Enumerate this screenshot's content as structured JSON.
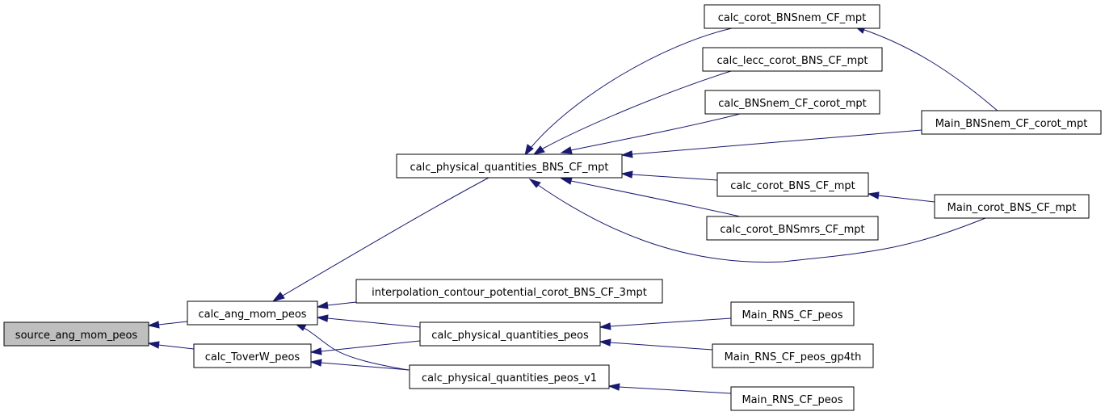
{
  "nodes": {
    "source_ang_mom_peos": "source_ang_mom_peos",
    "calc_ang_mom_peos": "calc_ang_mom_peos",
    "calc_ToverW_peos": "calc_ToverW_peos",
    "calc_physical_quantities_BNS_CF_mpt": "calc_physical_quantities_BNS_CF_mpt",
    "interpolation_contour_potential_corot_BNS_CF_3mpt": "interpolation_contour_potential_corot_BNS_CF_3mpt",
    "calc_physical_quantities_peos": "calc_physical_quantities_peos",
    "calc_physical_quantities_peos_v1": "calc_physical_quantities_peos_v1",
    "calc_corot_BNSnem_CF_mpt": "calc_corot_BNSnem_CF_mpt",
    "calc_lecc_corot_BNS_CF_mpt": "calc_lecc_corot_BNS_CF_mpt",
    "calc_BNSnem_CF_corot_mpt": "calc_BNSnem_CF_corot_mpt",
    "calc_corot_BNS_CF_mpt": "calc_corot_BNS_CF_mpt",
    "calc_corot_BNSmrs_CF_mpt": "calc_corot_BNSmrs_CF_mpt",
    "Main_BNSnem_CF_corot_mpt": "Main_BNSnem_CF_corot_mpt",
    "Main_corot_BNS_CF_mpt": "Main_corot_BNS_CF_mpt",
    "Main_RNS_CF_peos_1": "Main_RNS_CF_peos",
    "Main_RNS_CF_peos_gp4th": "Main_RNS_CF_peos_gp4th",
    "Main_RNS_CF_peos_2": "Main_RNS_CF_peos"
  },
  "colors": {
    "edge": "#191970",
    "root_fill": "#bfbfbf",
    "node_fill": "#ffffff",
    "node_border": "#000000"
  }
}
